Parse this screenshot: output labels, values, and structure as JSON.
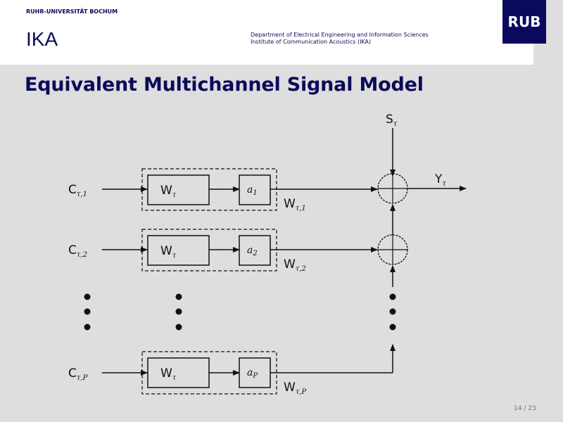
{
  "header": {
    "university": "RUHR-UNIVERSITÄT BOCHUM",
    "institute_short": "IKA",
    "department_line1": "Department of Electrical Engineering and Information Sciences",
    "department_line2": "Institute of Communication Acoustics (IKA)",
    "logo": "RUB"
  },
  "slide": {
    "title": "Equivalent Multichannel Signal Model",
    "page_number": "14 / 23"
  },
  "diagram": {
    "source": {
      "base": "S",
      "sub": "τ"
    },
    "output": {
      "base": "Y",
      "sub": "τ"
    },
    "channels": [
      {
        "input": {
          "base": "C",
          "sub": "τ,1"
        },
        "filter": {
          "base": "W",
          "sub": "τ"
        },
        "gain": {
          "base": "a",
          "sub": "1"
        },
        "output": {
          "base": "W",
          "sub": "τ,1"
        }
      },
      {
        "input": {
          "base": "C",
          "sub": "τ,2"
        },
        "filter": {
          "base": "W",
          "sub": "τ"
        },
        "gain": {
          "base": "a",
          "sub": "2"
        },
        "output": {
          "base": "W",
          "sub": "τ,2"
        }
      },
      {
        "input": {
          "base": "C",
          "sub": "τ,P"
        },
        "filter": {
          "base": "W",
          "sub": "τ"
        },
        "gain": {
          "base": "a",
          "sub": "P"
        },
        "output": {
          "base": "W",
          "sub": "τ,P"
        }
      }
    ]
  }
}
